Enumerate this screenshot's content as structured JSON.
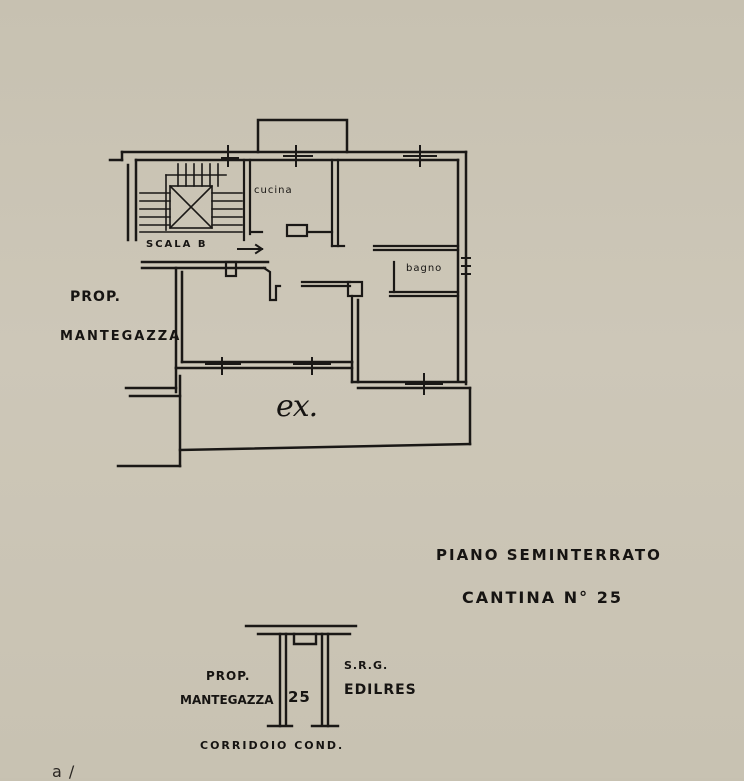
{
  "document": {
    "type": "floor plan (scanned handwritten)",
    "paper_color": "#c9c3b3",
    "ink_color": "#161412"
  },
  "main_plan": {
    "labels": {
      "neighbor_line1": "PROP.",
      "neighbor_line2": "MANTEGAZZA",
      "stair": "SCALA B",
      "kitchen": "cucina",
      "bathroom": "bagno",
      "courtyard": "ex."
    }
  },
  "title_block": {
    "floor": "PIANO SEMINTERRATO",
    "cellar": "CANTINA N° 25"
  },
  "cellar_plan": {
    "labels": {
      "neighbor_line1": "PROP.",
      "neighbor_line2": "MANTEGAZZA",
      "unit_number": "25",
      "other_owner_line1": "S.R.G.",
      "other_owner_line2": "EDILRES",
      "corridor": "CORRIDOIO COND."
    }
  },
  "margin": {
    "scribble": "a  /"
  }
}
